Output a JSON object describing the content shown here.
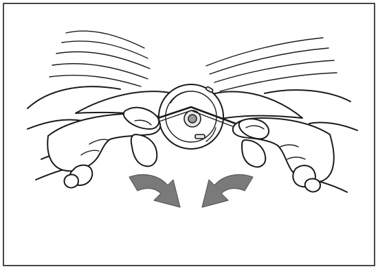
{
  "illustration": {
    "border_color": "#1a1a1a",
    "arrow_color": "#7a7a7a",
    "icons": [
      "hands-bending-disc",
      "rotate-arrow-left",
      "rotate-arrow-right"
    ]
  }
}
